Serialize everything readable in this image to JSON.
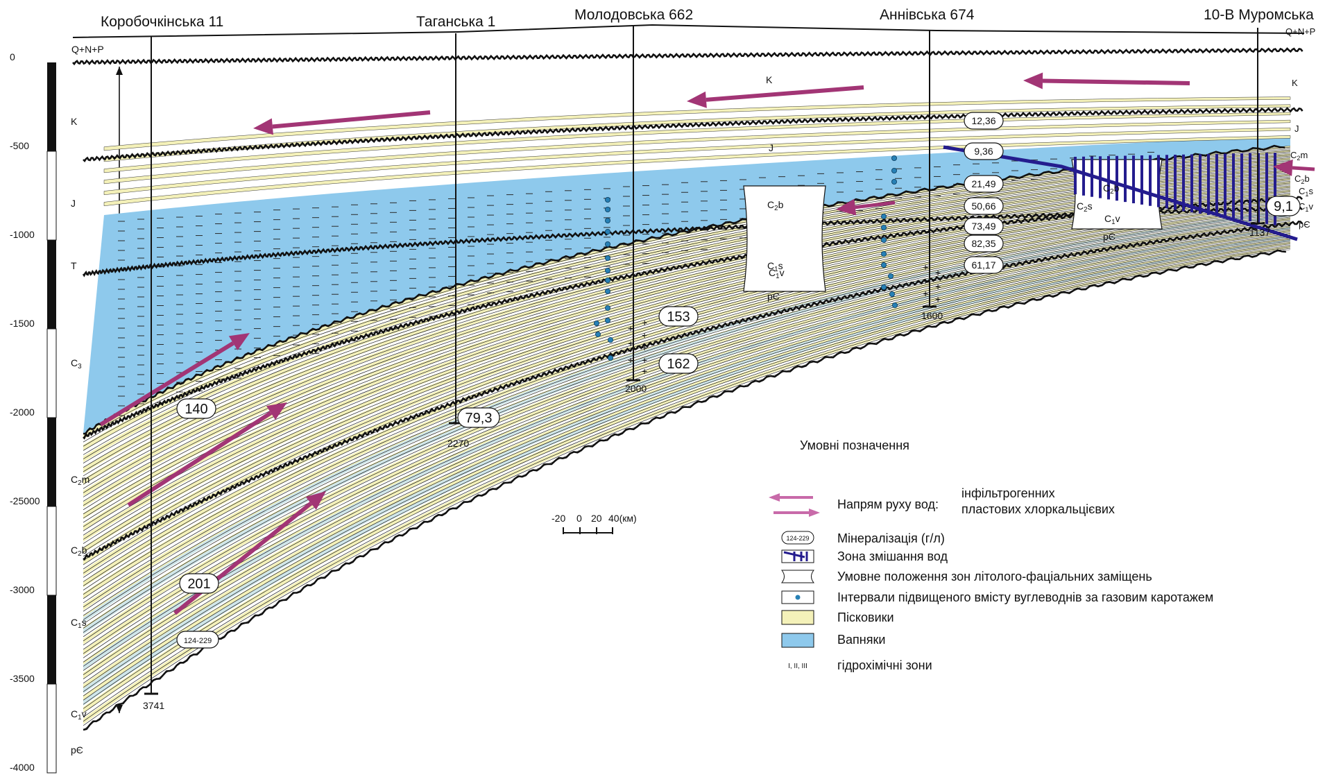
{
  "colors": {
    "sandstone": "#f4f1b9",
    "limestone": "#8ec9ec",
    "arrow": "#a23575",
    "mixing_zone": "#241c8e",
    "hc_dot": "#2780b5",
    "bed_line": "#1a1a1a"
  },
  "wells": [
    {
      "name": "Коробочкінська 11",
      "bottom": "3741"
    },
    {
      "name": "Таганська 1",
      "bottom": "2270"
    },
    {
      "name": "Молодовська 662",
      "bottom": "2000"
    },
    {
      "name": "Аннівська  674",
      "bottom": "1600"
    },
    {
      "name": "10-В Муромська",
      "bottom": "1137"
    }
  ],
  "depth_scale": [
    "0",
    "-500",
    "-1000",
    "-1500",
    "-2000",
    "-25000",
    "-3000",
    "-3500",
    "-4000"
  ],
  "left_strat": [
    "Q+N+P",
    "K",
    "J",
    "T",
    "C3",
    "C2m",
    "C2b",
    "C1s",
    "C1v",
    "pЄ"
  ],
  "right_strat": [
    "Q+N+P",
    "K",
    "J",
    "C2m",
    "C2b",
    "C1s",
    "C1v",
    "pЄ"
  ],
  "section_labels": [
    {
      "text": "K"
    },
    {
      "text": "J"
    },
    {
      "text": "C2b"
    },
    {
      "text": "C1s"
    },
    {
      "text": "C1v"
    },
    {
      "text": "pЄ"
    },
    {
      "text": "C2b"
    },
    {
      "text": "C2s"
    },
    {
      "text": "C1v"
    },
    {
      "text": "pЄ"
    }
  ],
  "mineralization": [
    "12,36",
    "9,36",
    "21,49",
    "50,66",
    "73,49",
    "82,35",
    "61,17",
    "153",
    "162",
    "79,3",
    "140",
    "201",
    "124-229",
    "9,1"
  ],
  "scale_bar": {
    "ticks": [
      "-20",
      "0",
      "20",
      "40(км)"
    ]
  },
  "legend": {
    "title": "Умовні позначення",
    "flow_label": "Напрям руху вод:",
    "flow_infiltration": "інфільтрогенних",
    "flow_formation": "пластових хлоркальцієвих",
    "mineral_sample": "124-229",
    "mineral_label": "Мінералізація (г/л)",
    "mixing_label": "Зона змішання вод",
    "facies_label": "Умовне положення зон літолого-фаціальних заміщень",
    "hc_label": "Інтервали підвищеного вмісту вуглеводнів за газовим каротажем",
    "sand_label": "Пісковики",
    "lime_label": "Вапняки",
    "zones_sample": "I, II, III",
    "zones_label": "гідрохімічні зони"
  }
}
